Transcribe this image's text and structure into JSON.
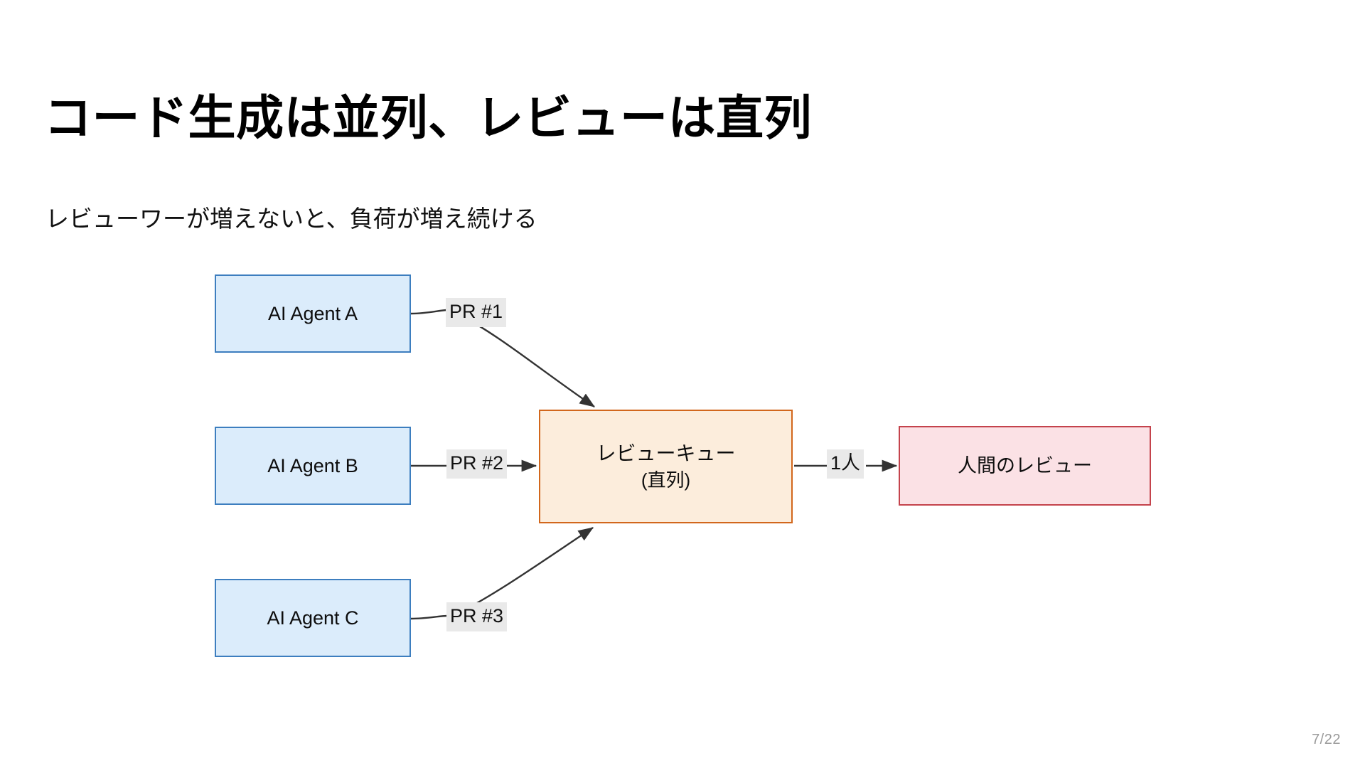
{
  "slide": {
    "title": "コード生成は並列、レビューは直列",
    "subtitle": "レビューワーが増えないと、負荷が増え続ける",
    "page_number": "7/22",
    "background_color": "#ffffff"
  },
  "diagram": {
    "type": "flow",
    "nodes": [
      {
        "id": "agent-a",
        "label": "AI Agent A",
        "fill": "#dbecfb",
        "stroke": "#3d7ebf"
      },
      {
        "id": "agent-b",
        "label": "AI Agent B",
        "fill": "#dbecfb",
        "stroke": "#3d7ebf"
      },
      {
        "id": "agent-c",
        "label": "AI Agent C",
        "fill": "#dbecfb",
        "stroke": "#3d7ebf"
      },
      {
        "id": "review-queue",
        "label": "レビューキュー",
        "label2": "(直列)",
        "fill": "#fceddc",
        "stroke": "#d2671c"
      },
      {
        "id": "human-review",
        "label": "人間のレビュー",
        "fill": "#fbe1e5",
        "stroke": "#c4434c"
      }
    ],
    "edges": [
      {
        "id": "edge-pr1",
        "from": "agent-a",
        "to": "review-queue",
        "label": "PR #1"
      },
      {
        "id": "edge-pr2",
        "from": "agent-b",
        "to": "review-queue",
        "label": "PR #2"
      },
      {
        "id": "edge-pr3",
        "from": "agent-c",
        "to": "review-queue",
        "label": "PR #3"
      },
      {
        "id": "edge-one-person",
        "from": "review-queue",
        "to": "human-review",
        "label": "1人"
      }
    ],
    "edge_color": "#333333",
    "label_background": "#e9e9e9"
  }
}
